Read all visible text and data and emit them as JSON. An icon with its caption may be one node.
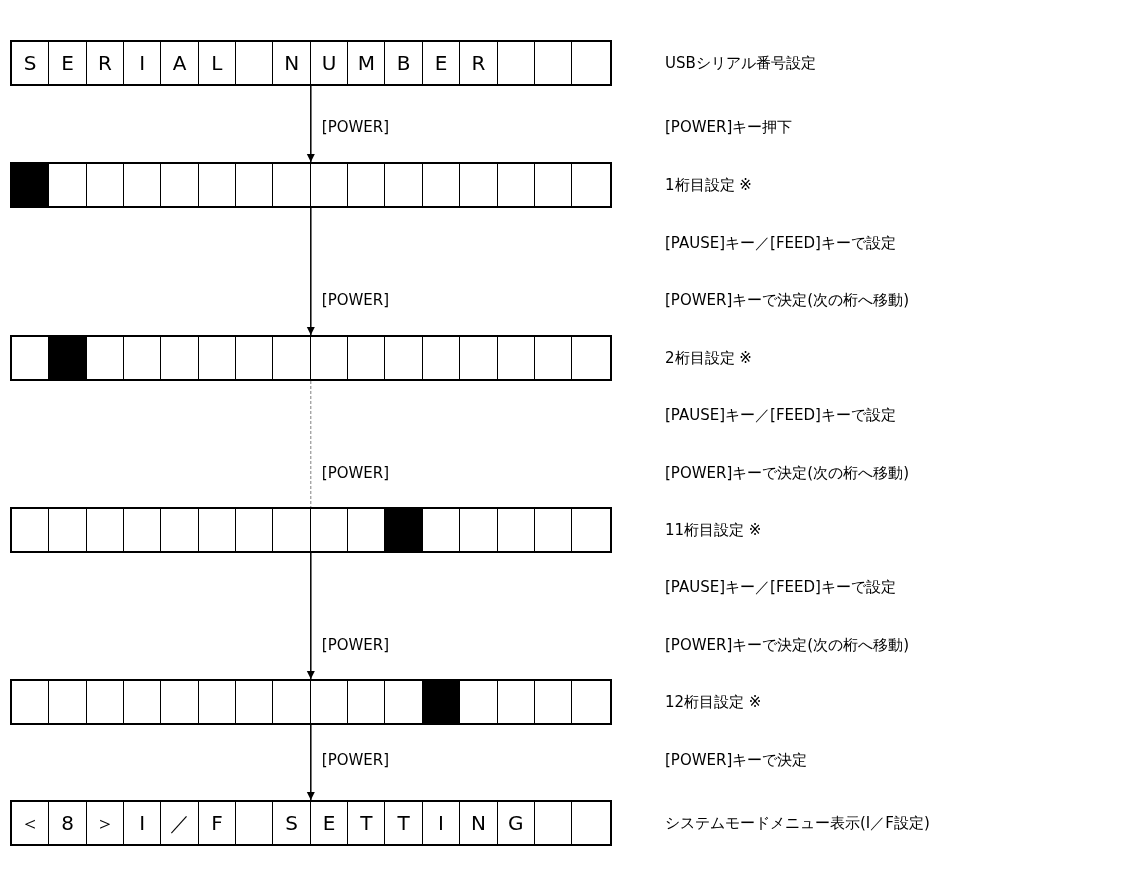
{
  "diagram": {
    "nodes": [
      {
        "text": [
          "S",
          "E",
          "R",
          "I",
          "A",
          "L",
          "N",
          "U",
          "M",
          "B",
          "E",
          "R"
        ],
        "beside": [
          "USBシリアル番号設定"
        ]
      },
      {
        "text": [],
        "shape": "box",
        "beside": [
          "1桁目設定 ※"
        ]
      },
      {
        "text": [],
        "shape": "box",
        "beside": [
          "2桁目設定 ※"
        ]
      },
      {
        "text": [],
        "shape": "box",
        "beside": [
          "11桁目設定 ※"
        ]
      },
      {
        "text": [],
        "shape": "box",
        "beside": [
          "12桁目設定 ※"
        ]
      },
      {
        "text": [
          "＜",
          "8",
          "＞",
          "I",
          "／",
          "F",
          "S",
          "E",
          "T",
          "T",
          "I",
          "N",
          "G"
        ],
        "beside": [
          "システムモードメニュー表示(I／F設定)"
        ]
      }
    ],
    "edges": [
      {
        "from": 0,
        "to": 1,
        "arrow": "to",
        "label": "[POWER]"
      },
      {
        "from": 1,
        "to": 2,
        "arrow": "to",
        "label": "[POWER]"
      },
      {
        "from": 2,
        "to": 3,
        "arrow": "none",
        "label": "[POWER]",
        "style": "dashed",
        "color": "#808080"
      },
      {
        "from": 3,
        "to": 4,
        "arrow": "to",
        "label": "[POWER]"
      },
      {
        "from": 4,
        "to": 5,
        "arrow": "to",
        "label": "[POWER]"
      }
    ],
    "labels": [
      "[POWER]キー押下",
      "[PAUSE]キー／[FEED]キーで設定",
      "[POWER]キーで決定(次の桁へ移動)",
      "[PAUSE]キー／[FEED]キーで設定",
      "[POWER]キーで決定(次の桁へ移動)",
      "[PAUSE]キー／[FEED]キーで設定",
      "[POWER]キーで決定(次の桁へ移動)",
      "[POWER]キーで決定"
    ]
  }
}
